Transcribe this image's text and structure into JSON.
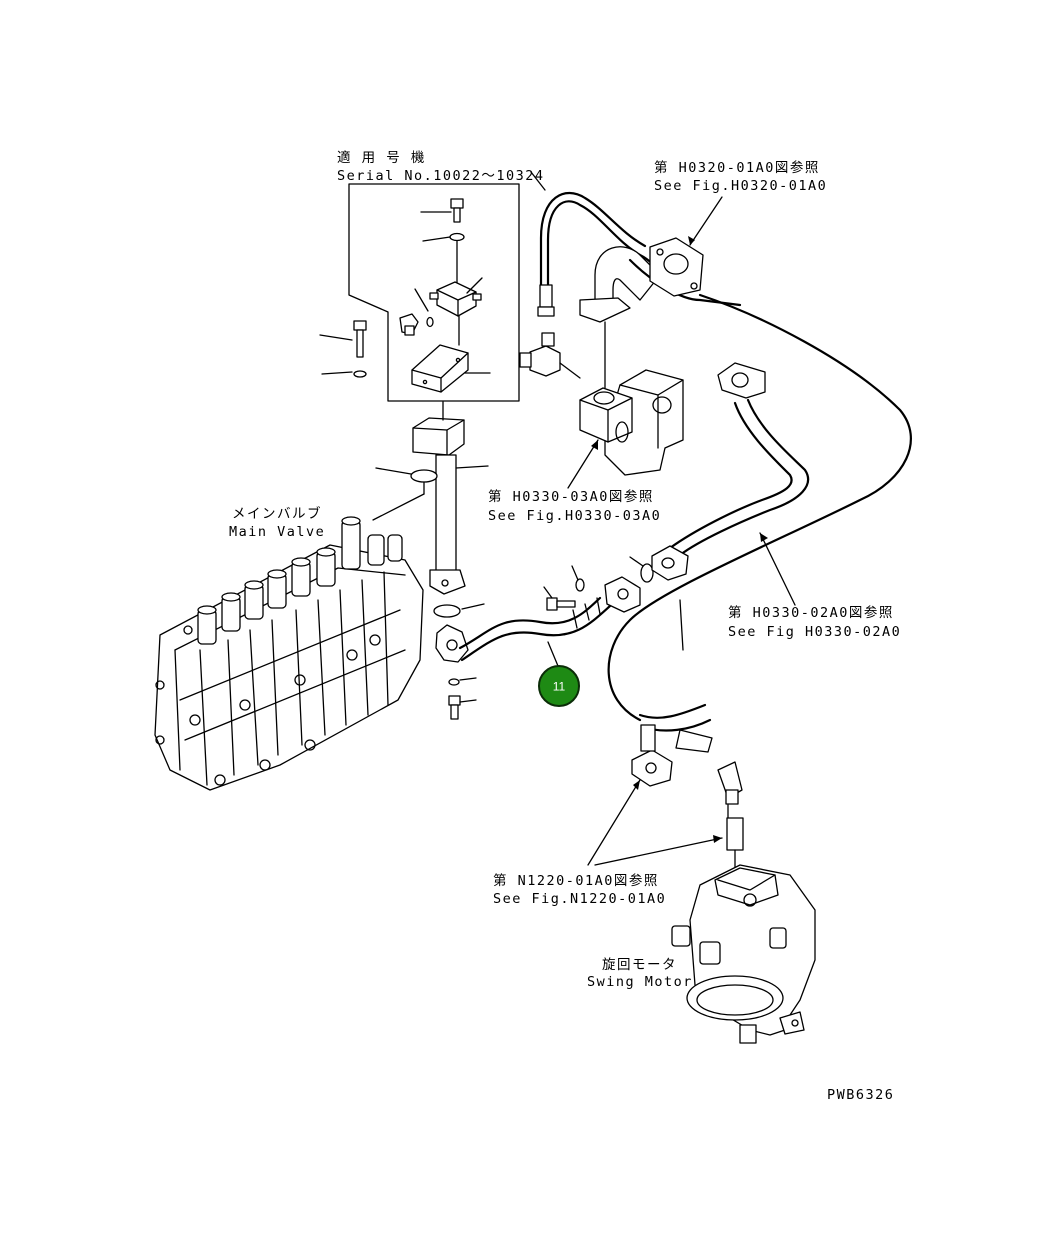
{
  "labels": {
    "applicable_serial_jp": "適 用 号 機",
    "applicable_serial_en": "Serial No.10022～10324",
    "ref_h0320_jp": "第 H0320-01A0図参照",
    "ref_h0320_en": "See Fig.H0320-01A0",
    "ref_h0330_03_jp": "第 H0330-03A0図参照",
    "ref_h0330_03_en": "See Fig.H0330-03A0",
    "main_valve_jp": "メインバルブ",
    "main_valve_en": "Main Valve",
    "ref_h0330_02_jp": "第 H0330-02A0図参照",
    "ref_h0330_02_en": "See Fig H0330-02A0",
    "ref_n1220_jp": "第 N1220-01A0図参照",
    "ref_n1220_en": "See Fig.N1220-01A0",
    "swing_motor_jp": "旋回モータ",
    "swing_motor_en": "Swing Motor",
    "drawing_code": "PWB6326"
  },
  "callout": {
    "number": "11",
    "color": "#1e8a14",
    "border": "#0b2d08"
  },
  "colors": {
    "line": "#000000",
    "background": "#ffffff"
  }
}
